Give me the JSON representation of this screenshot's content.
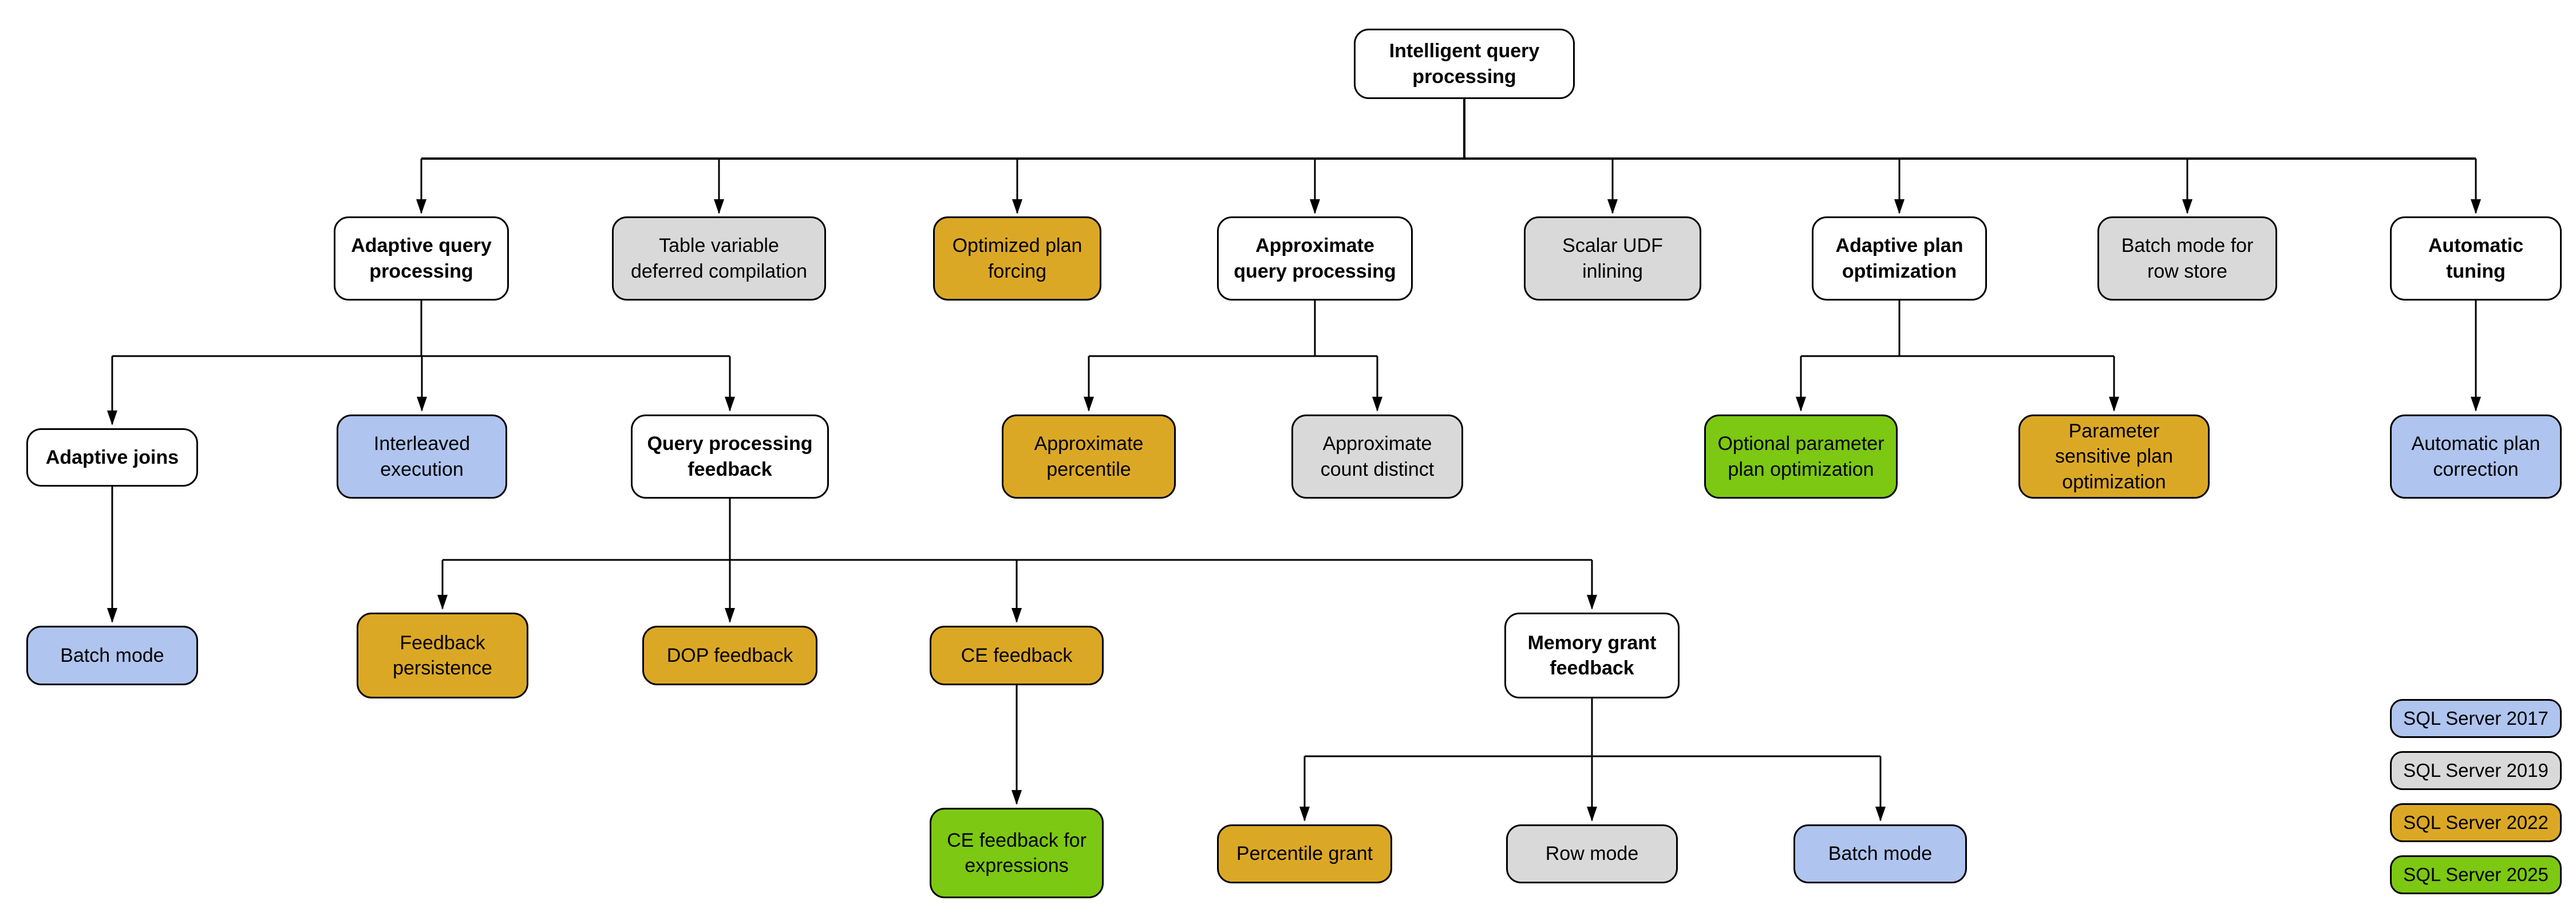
{
  "diagram_title": "Intelligent query processing",
  "colors": {
    "white": "#ffffff",
    "sql2017_blue": "#afc4ee",
    "sql2019_gray": "#d9d9d9",
    "sql2022_gold": "#dba826",
    "sql2025_green": "#7cc812",
    "line_black": "#000000"
  },
  "nodes": {
    "root": {
      "label": "Intelligent query processing",
      "version": "category"
    },
    "adaptive_query_processing": {
      "label": "Adaptive query processing",
      "version": "category"
    },
    "table_variable_deferred_compilation": {
      "label": "Table variable deferred compilation",
      "version": "2019"
    },
    "optimized_plan_forcing": {
      "label": "Optimized plan forcing",
      "version": "2022"
    },
    "approximate_query_processing": {
      "label": "Approximate query processing",
      "version": "category"
    },
    "scalar_udf_inlining": {
      "label": "Scalar UDF inlining",
      "version": "2019"
    },
    "adaptive_plan_optimization": {
      "label": "Adaptive plan optimization",
      "version": "category"
    },
    "batch_mode_for_row_store": {
      "label": "Batch mode for row store",
      "version": "2019"
    },
    "automatic_tuning": {
      "label": "Automatic tuning",
      "version": "category"
    },
    "adaptive_joins": {
      "label": "Adaptive joins",
      "version": "category"
    },
    "interleaved_execution": {
      "label": "Interleaved execution",
      "version": "2017"
    },
    "query_processing_feedback": {
      "label": "Query processing feedback",
      "version": "category"
    },
    "approximate_percentile": {
      "label": "Approximate percentile",
      "version": "2022"
    },
    "approximate_count_distinct": {
      "label": "Approximate count distinct",
      "version": "2019"
    },
    "optional_parameter_plan_optimization": {
      "label": "Optional parameter plan optimization",
      "version": "2025"
    },
    "parameter_sensitive_plan_optimization": {
      "label": "Parameter sensitive plan optimization",
      "version": "2022"
    },
    "automatic_plan_correction": {
      "label": "Automatic plan correction",
      "version": "2017"
    },
    "batch_mode_adaptive_joins": {
      "label": "Batch mode",
      "version": "2017"
    },
    "feedback_persistence": {
      "label": "Feedback persistence",
      "version": "2022"
    },
    "dop_feedback": {
      "label": "DOP feedback",
      "version": "2022"
    },
    "ce_feedback": {
      "label": "CE feedback",
      "version": "2022"
    },
    "memory_grant_feedback": {
      "label": "Memory grant feedback",
      "version": "category"
    },
    "ce_feedback_for_expressions": {
      "label": "CE feedback for expressions",
      "version": "2025"
    },
    "percentile_grant": {
      "label": "Percentile grant",
      "version": "2022"
    },
    "row_mode": {
      "label": "Row mode",
      "version": "2019"
    },
    "batch_mode_memory_grant": {
      "label": "Batch mode",
      "version": "2017"
    }
  },
  "legend": {
    "sql_2017": {
      "label": "SQL Server 2017"
    },
    "sql_2019": {
      "label": "SQL Server 2019"
    },
    "sql_2022": {
      "label": "SQL Server 2022"
    },
    "sql_2025": {
      "label": "SQL Server 2025"
    }
  }
}
